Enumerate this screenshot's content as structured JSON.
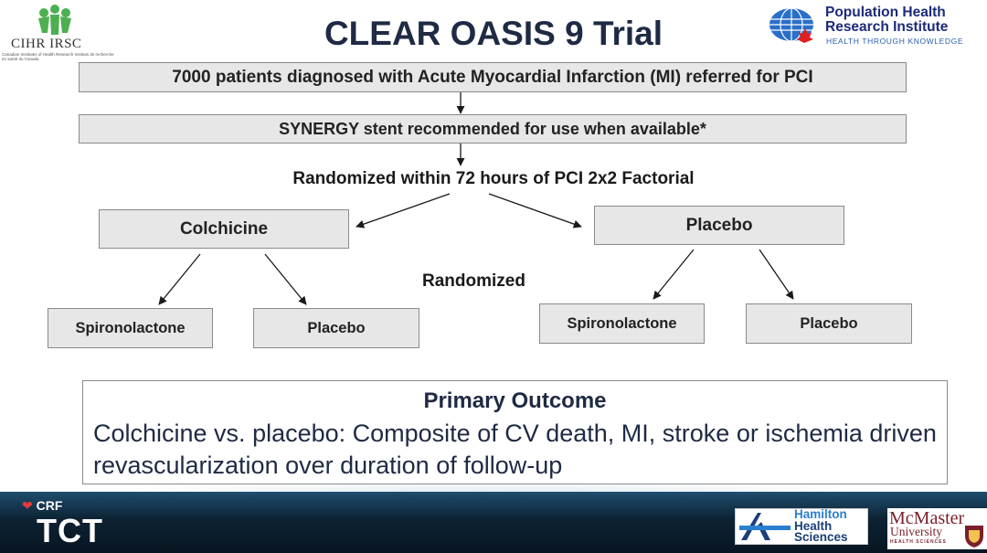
{
  "title": "CLEAR OASIS 9 Trial",
  "logos": {
    "cihr": "CIHR IRSC",
    "cihr_sub": "Canadian Institutes of Health Research   Instituts de recherche en santé du Canada",
    "phri_name_line1": "Population Health",
    "phri_name_line2": "Research Institute",
    "phri_tagline": "HEALTH THROUGH KNOWLEDGE",
    "crf": "CRF",
    "tct": "TCT",
    "hhs_line1": "Hamilton",
    "hhs_line2": "Health",
    "hhs_line3": "Sciences",
    "mcmaster_line1": "McMaster",
    "mcmaster_line2": "University",
    "mcmaster_line3": "HEALTH SCIENCES"
  },
  "flow": {
    "step1": "7000 patients diagnosed with Acute Myocardial Infarction (MI) referred for PCI",
    "step2": "SYNERGY stent recommended for use when available*",
    "randomization": "Randomized within 72 hours of PCI 2x2 Factorial",
    "arm_left": "Colchicine",
    "arm_right": "Placebo",
    "second_randomization": "Randomized",
    "left_sub": [
      "Spironolactone",
      "Placebo"
    ],
    "right_sub": [
      "Spironolactone",
      "Placebo"
    ]
  },
  "outcome": {
    "title": "Primary Outcome",
    "text": "Colchicine vs. placebo: Composite of CV death, MI, stroke or ischemia driven revascularization over duration of follow-up"
  },
  "colors": {
    "box_fill": "#e7e7e7",
    "box_border": "#8a8a8a",
    "title": "#1f2a44",
    "footer": "#0d2233"
  }
}
